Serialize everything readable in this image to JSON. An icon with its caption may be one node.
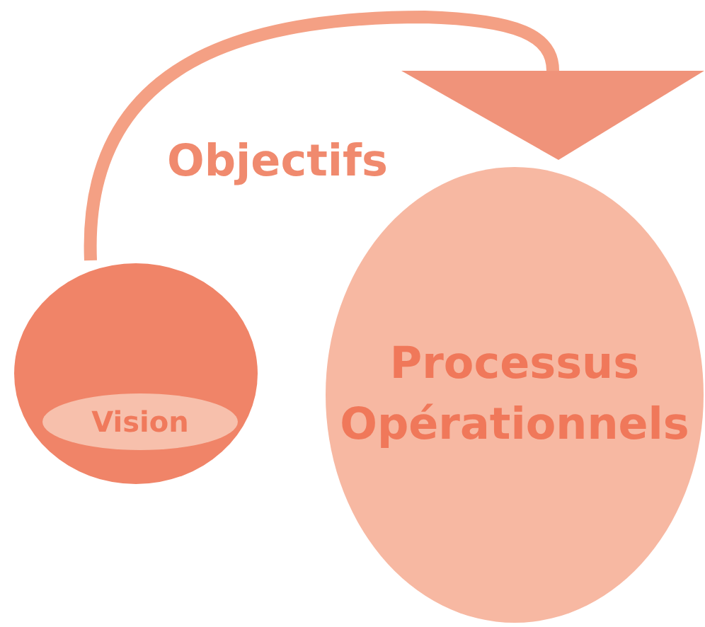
{
  "diagram": {
    "nodes": [
      {
        "text": [],
        "shape": "circle"
      },
      {
        "text": [
          "Vision"
        ],
        "in": 0
      },
      {
        "text": [
          "Processus Opérationnels"
        ]
      }
    ],
    "edges": [
      {
        "from": 0,
        "to": 2,
        "arrow": "to",
        "label": "Objectifs"
      }
    ]
  }
}
